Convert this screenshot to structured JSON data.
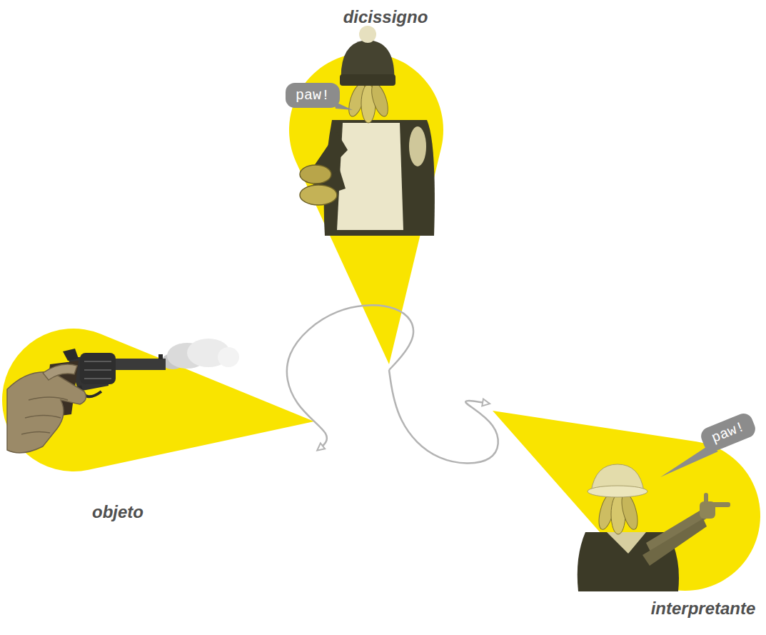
{
  "diagram": {
    "nodes": [
      {
        "text": [
          "dicissigno",
          "paw!"
        ]
      },
      {
        "text": [
          "objeto"
        ]
      },
      {
        "text": [
          "interpretante",
          "paw!"
        ]
      }
    ],
    "edges": [
      {
        "from": 0,
        "to": 1,
        "arrow": "to"
      },
      {
        "from": 0,
        "to": 2,
        "arrow": "to"
      }
    ]
  }
}
